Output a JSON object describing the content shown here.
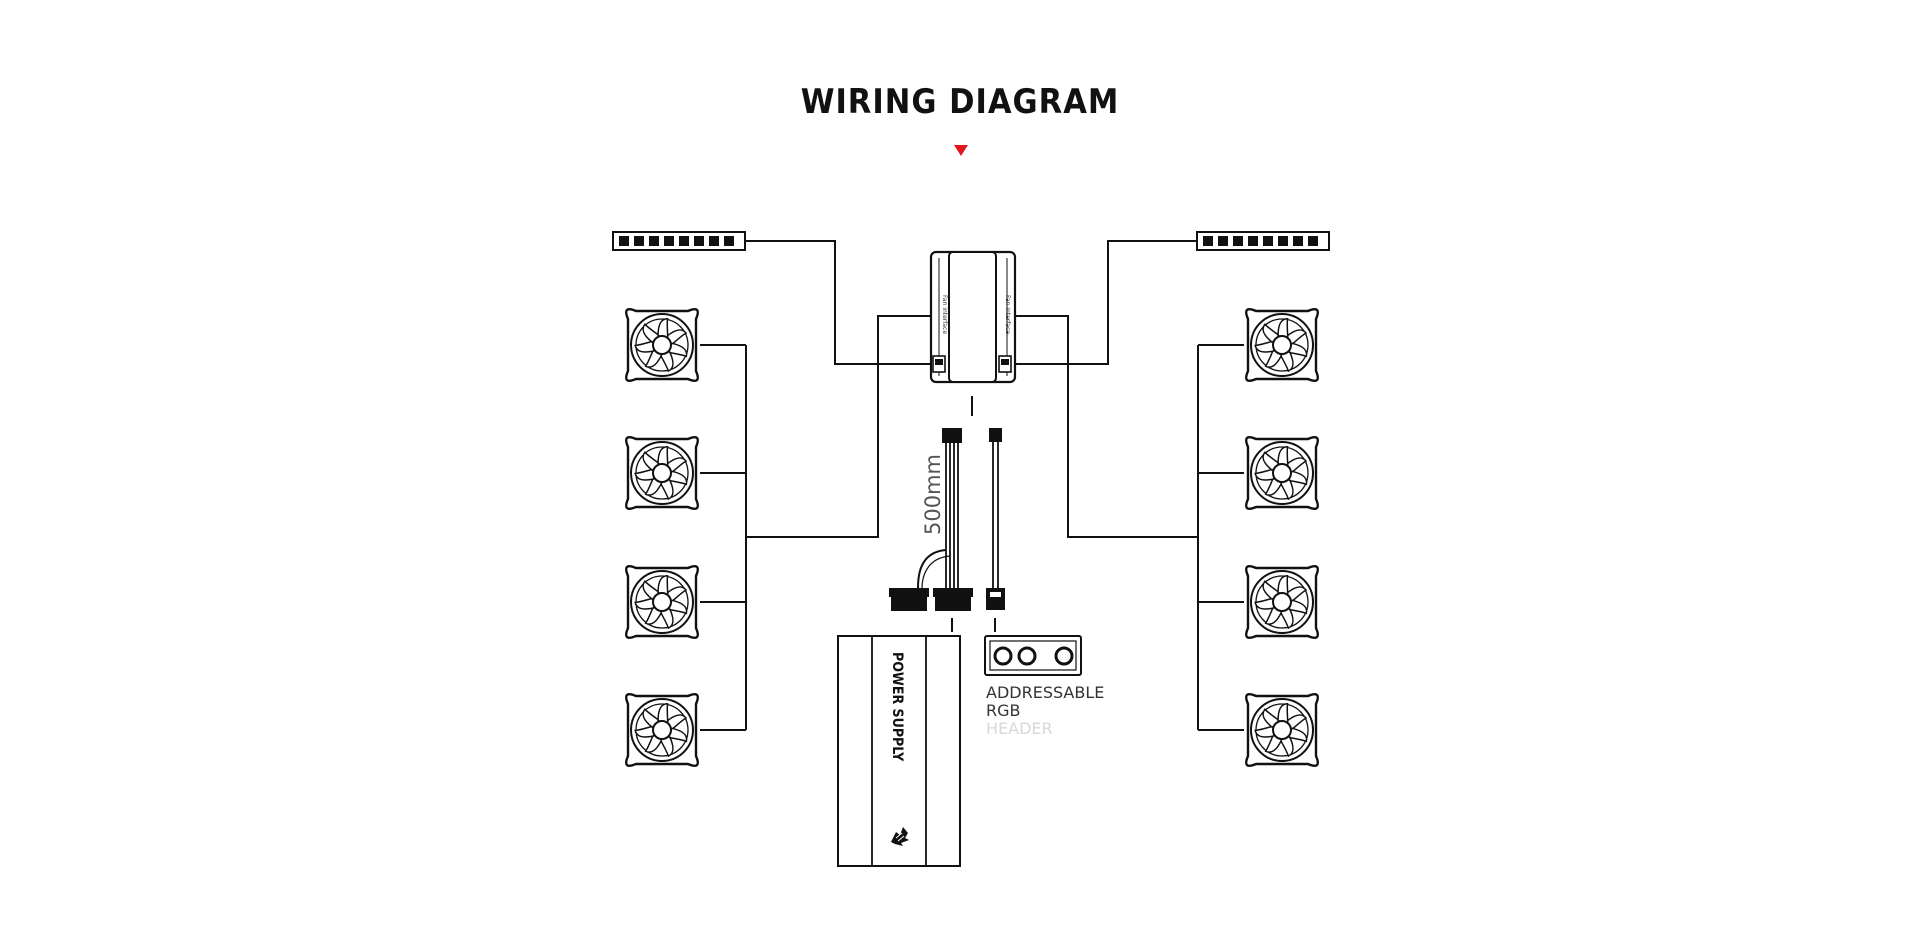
{
  "title": "WIRING DIAGRAM",
  "accent_color": "#e5161c",
  "line_color": "#111111",
  "labels": {
    "power_supply": "POWER SUPPLY",
    "cable_length": "500mm",
    "argb_line1": "ADDRESSABLE",
    "argb_line2": "RGB",
    "argb_ghost": "HEADER",
    "hub_port_left": "Fan interface",
    "hub_port_right": "Fan interface"
  },
  "icons": {
    "fan": "fan-icon",
    "led_strip": "led-strip-icon",
    "hub": "controller-hub-icon",
    "psu": "power-supply-icon",
    "argb_header": "argb-header-icon",
    "psu_logo": "brand-logo-icon"
  }
}
